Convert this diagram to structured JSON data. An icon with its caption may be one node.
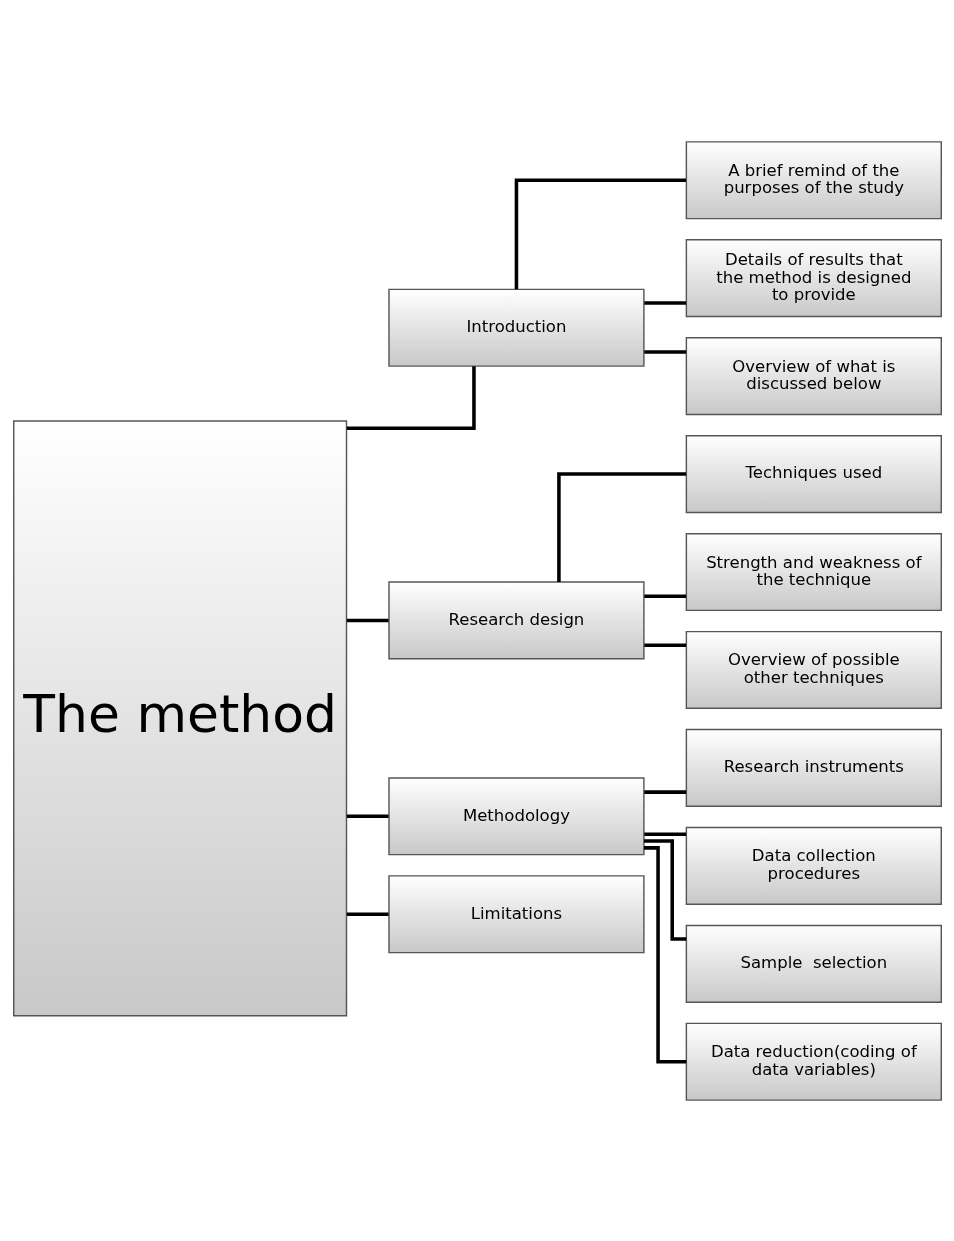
{
  "diagram": {
    "nodes": [
      {
        "text": [
          "The method"
        ]
      },
      {
        "text": [
          "Introduction"
        ]
      },
      {
        "text": [
          "Research design"
        ]
      },
      {
        "text": [
          "Methodology"
        ]
      },
      {
        "text": [
          "Limitations"
        ]
      },
      {
        "text": [
          "A brief remind of the purposes of the study"
        ]
      },
      {
        "text": [
          "Details of results that the method is designed to provide"
        ]
      },
      {
        "text": [
          "Overview of what is discussed below"
        ]
      },
      {
        "text": [
          "Techniques used"
        ]
      },
      {
        "text": [
          "Strength and weakness of the technique"
        ]
      },
      {
        "text": [
          "Overview of possible other techniques"
        ]
      },
      {
        "text": [
          "Research instruments"
        ]
      },
      {
        "text": [
          "Data collection procedures"
        ]
      },
      {
        "text": [
          "Sample  selection"
        ]
      },
      {
        "text": [
          "Data reduction(coding of data variables)"
        ]
      }
    ],
    "edges": [
      {
        "from": 0,
        "to": 1,
        "arrow": "none"
      },
      {
        "from": 0,
        "to": 2,
        "arrow": "none"
      },
      {
        "from": 0,
        "to": 3,
        "arrow": "none"
      },
      {
        "from": 0,
        "to": 4,
        "arrow": "none"
      },
      {
        "from": 1,
        "to": 5,
        "arrow": "none"
      },
      {
        "from": 1,
        "to": 6,
        "arrow": "none"
      },
      {
        "from": 1,
        "to": 7,
        "arrow": "none"
      },
      {
        "from": 2,
        "to": 8,
        "arrow": "none"
      },
      {
        "from": 2,
        "to": 9,
        "arrow": "none"
      },
      {
        "from": 2,
        "to": 10,
        "arrow": "none"
      },
      {
        "from": 3,
        "to": 11,
        "arrow": "none"
      },
      {
        "from": 3,
        "to": 12,
        "arrow": "none"
      },
      {
        "from": 3,
        "to": 13,
        "arrow": "none"
      },
      {
        "from": 3,
        "to": 14,
        "arrow": "none"
      }
    ]
  }
}
